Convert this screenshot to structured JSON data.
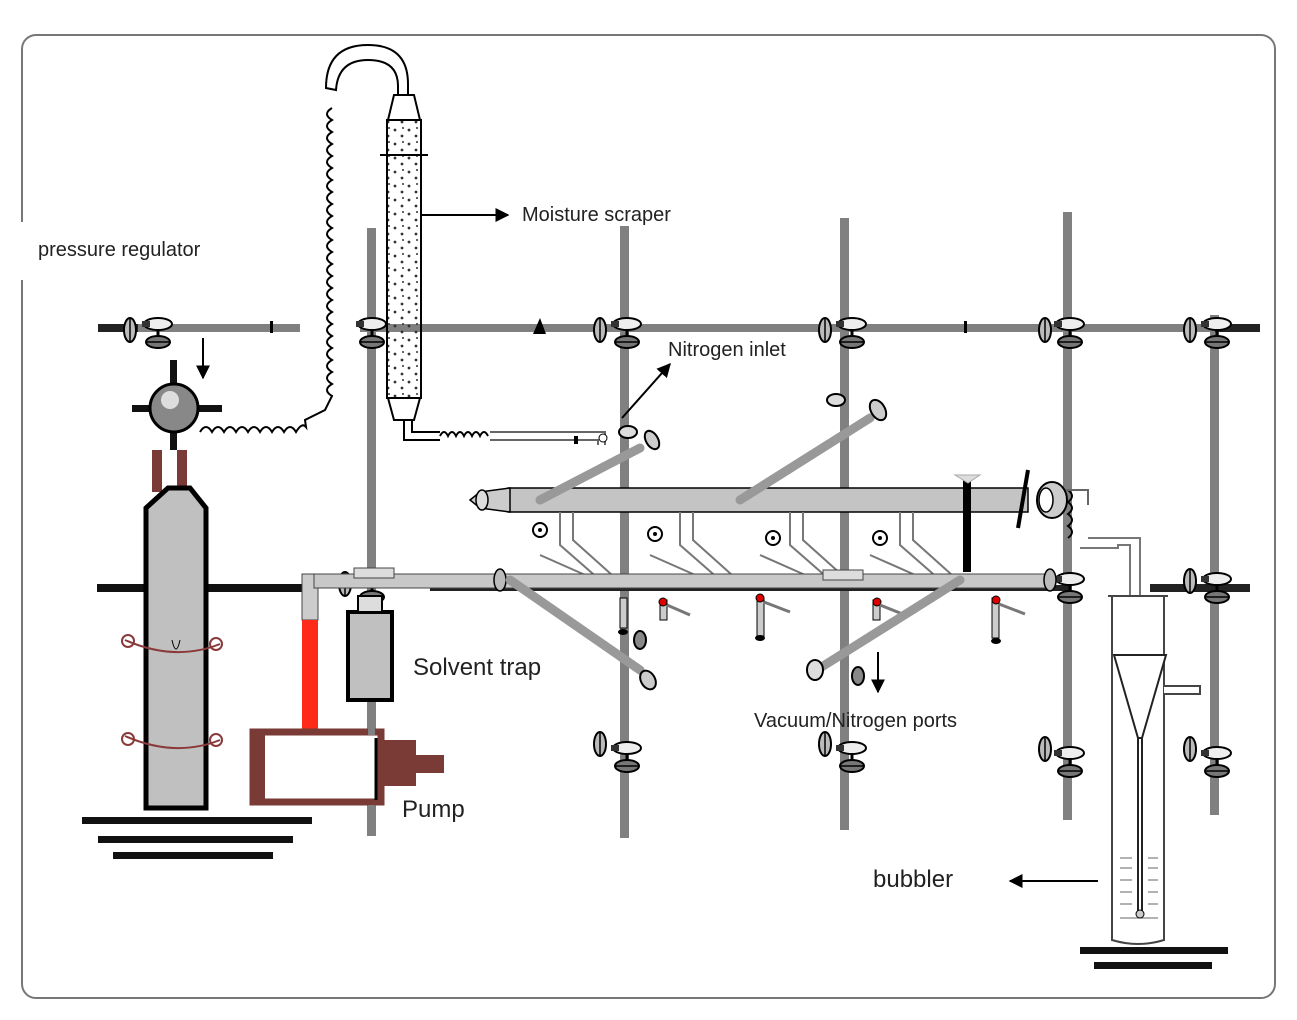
{
  "labels": {
    "pressure_regulator": "pressure  regulator",
    "moisture_scraper": "Moisture scraper",
    "nitrogen_inlet": "Nitrogen inlet",
    "solvent_trap": "Solvent trap",
    "vacuum_nitrogen_ports": "Vacuum/Nitrogen ports",
    "pump": "Pump",
    "bubbler": "bubbler"
  },
  "colors": {
    "rod": "#808080",
    "glass": "#c4c4c4",
    "cylinder": "#c0c0c0",
    "line_black": "#000000",
    "tube_red": "#ff2a1a",
    "pump_brown": "#7a3a36",
    "frame": "#777777"
  },
  "icons": {
    "stopcock": "stopcock-icon",
    "clamp": "clamp-icon",
    "arrow": "arrow-icon"
  }
}
